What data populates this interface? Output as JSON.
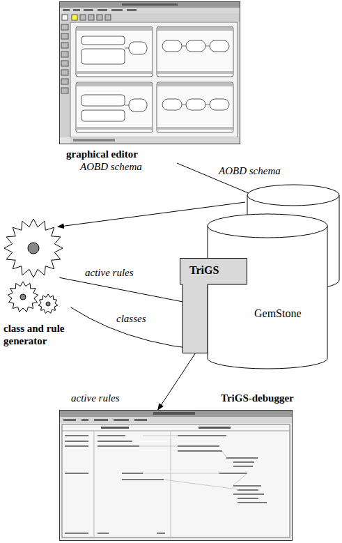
{
  "diagram": {
    "nodes": [
      {
        "text": [
          "graphical editor"
        ]
      },
      {
        "text": [
          "GemStone"
        ]
      },
      {
        "text": [
          "TriGS"
        ],
        "in": 1
      },
      {
        "text": [
          "class and rule generator"
        ]
      },
      {
        "text": [
          "TriGS-debugger"
        ]
      }
    ],
    "edges": [
      {
        "from": 0,
        "to": 1,
        "label": "AOBD schema",
        "arrow": "to"
      },
      {
        "from": 1,
        "to": 3,
        "label": "AOBD schema",
        "arrow": "to"
      },
      {
        "from": 3,
        "to": 2,
        "label": "active rules",
        "arrow": "to"
      },
      {
        "from": 3,
        "to": 1,
        "label": "classes",
        "arrow": "to"
      },
      {
        "from": 2,
        "to": 4,
        "label": "active rules",
        "arrow": "to"
      }
    ]
  }
}
